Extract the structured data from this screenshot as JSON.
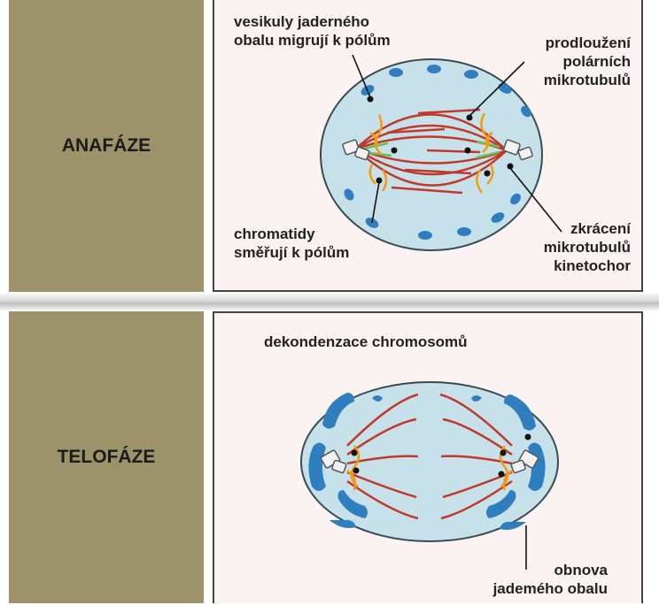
{
  "stages": {
    "anaphase": {
      "title": "ANAFÁZE",
      "labels": {
        "vesicles_line1": "vesikuly jaderného",
        "vesicles_line2": "obalu migrují k pólům",
        "polar_line1": "prodloužení",
        "polar_line2": "polárních",
        "polar_line3": "mikrotubulů",
        "chromatids_line1": "chromatidy",
        "chromatids_line2": "směřují k pólům",
        "kineto_line1": "zkrácení",
        "kineto_line2": "mikrotubulů",
        "kineto_line3": "kinetochor"
      }
    },
    "telophase": {
      "title": "TELOFÁZE",
      "labels": {
        "decondensation": "dekondenzace chromosomů",
        "renewal_line1": "obnova",
        "renewal_line2": "jademého obalu"
      }
    }
  },
  "colors": {
    "stage_box": "#9c936a",
    "panel_bg": "#fbf2f2",
    "cell_fill": "#c7e1ea",
    "nucleus_blue": "#2f7fc0",
    "microtubule_red": "#c0392b",
    "chromosome_orange": "#f39c12",
    "kinetochore_green": "#6cc04a"
  }
}
